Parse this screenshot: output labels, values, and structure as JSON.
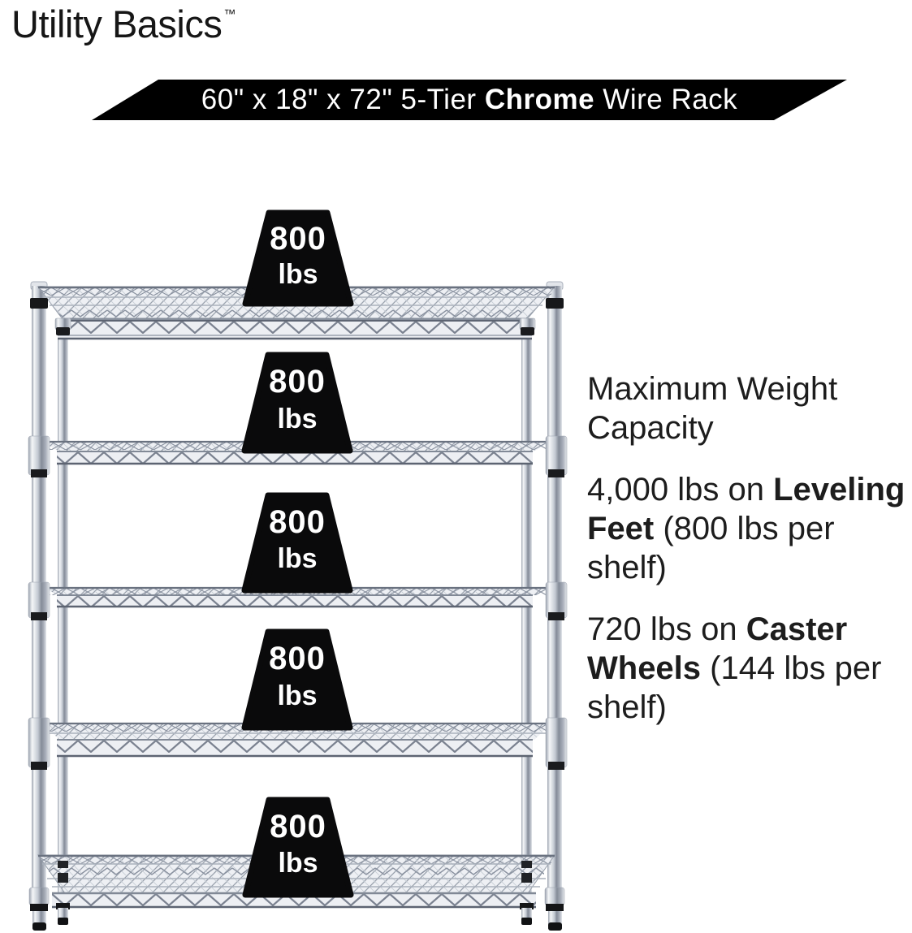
{
  "brand": {
    "name": "Utility Basics",
    "trademark": "™"
  },
  "banner": {
    "prefix": "60\" x 18\" x 72\" 5-Tier ",
    "bold": "Chrome",
    "suffix": " Wire Rack",
    "bg_color": "#000000",
    "text_color": "#ffffff"
  },
  "capacity": {
    "heading": "Maximum Weight Capacity",
    "leveling": {
      "prefix": "4,000 lbs on ",
      "bold": "Leveling Feet",
      "suffix": " (800 lbs per shelf)"
    },
    "caster": {
      "prefix": "720 lbs on ",
      "bold": "Caster Wheels",
      "suffix": " (144 lbs per shelf)"
    }
  },
  "rack": {
    "description": "5-tier chrome wire shelving rack",
    "shelf_count": 5,
    "weight_fill": "#0a0a0b",
    "weight_text_color": "#ffffff",
    "weights": [
      {
        "value": "800",
        "unit": "lbs"
      },
      {
        "value": "800",
        "unit": "lbs"
      },
      {
        "value": "800",
        "unit": "lbs"
      },
      {
        "value": "800",
        "unit": "lbs"
      },
      {
        "value": "800",
        "unit": "lbs"
      }
    ]
  }
}
